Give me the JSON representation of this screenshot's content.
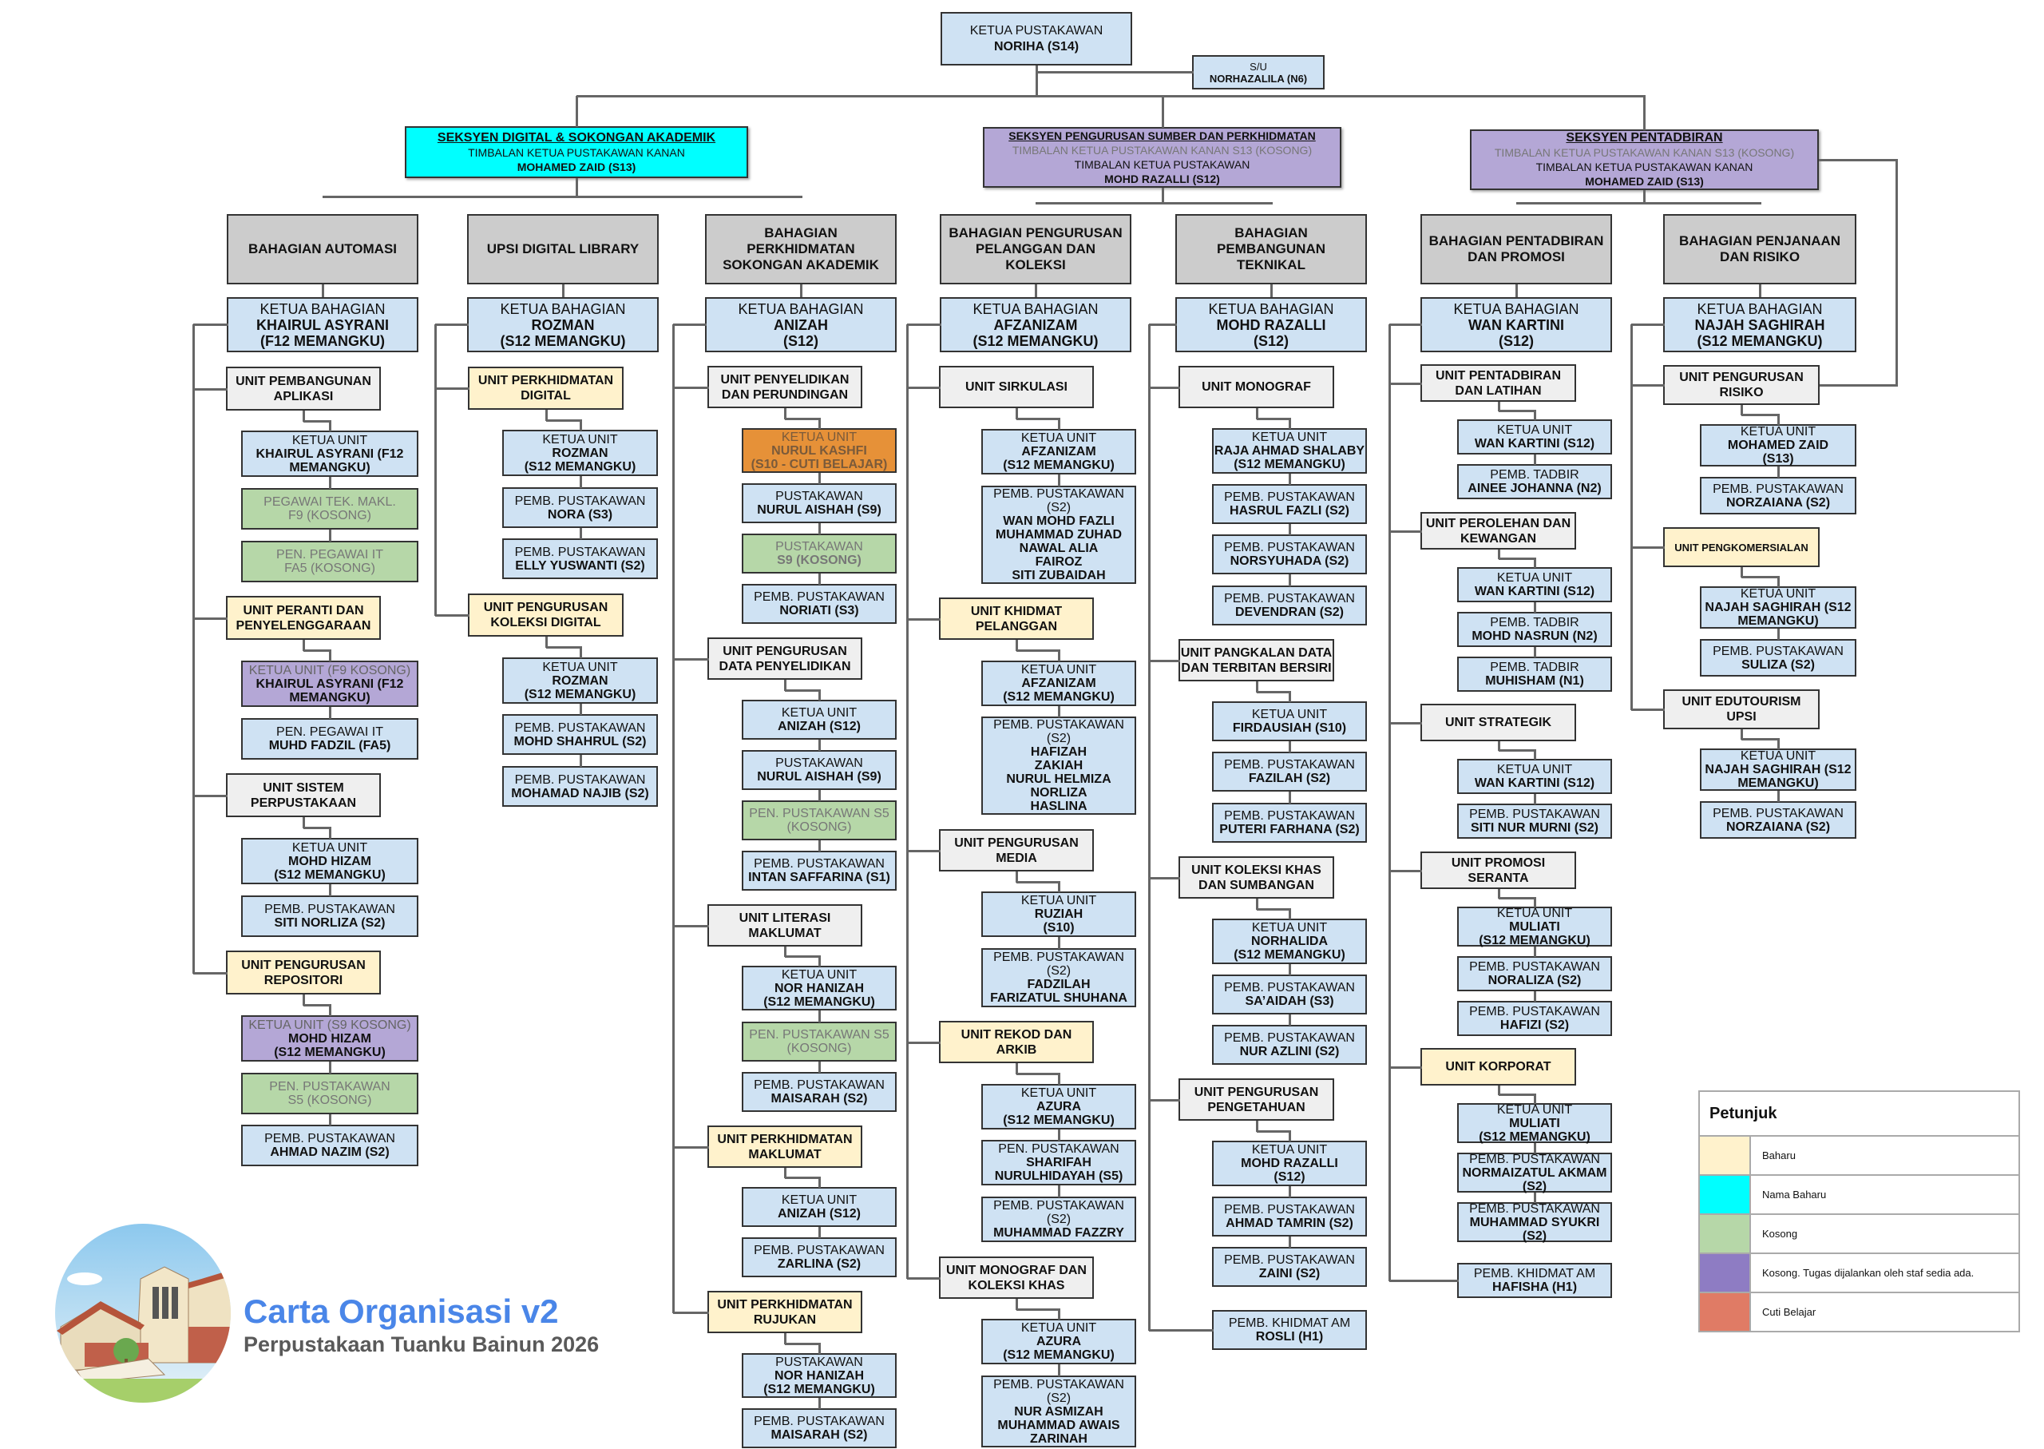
{
  "top": {
    "role": "KETUA PUSTAKAWAN",
    "name": "NORIHA (S14)"
  },
  "secretary": {
    "role": "S/U",
    "name": "NORHAZALILA (N6)"
  },
  "sections": [
    {
      "title": "SEKSYEN DIGITAL & SOKONGAN AKADEMIK",
      "vacant": "",
      "role": "TIMBALAN KETUA PUSTAKAWAN KANAN",
      "head": "MOHAMED ZAID (S13)",
      "color": "#00ffff"
    },
    {
      "title": "SEKSYEN PENGURUSAN SUMBER DAN PERKHIDMATAN",
      "vacant": "TIMBALAN KETUA PUSTAKAWAN KANAN S13 (KOSONG)",
      "role": "TIMBALAN KETUA PUSTAKAWAN",
      "head": "MOHD RAZALLI  (S12)",
      "color": "#b4a7d6"
    },
    {
      "title": "SEKSYEN PENTADBIRAN",
      "vacant": "TIMBALAN KETUA PUSTAKAWAN KANAN S13 (KOSONG)",
      "role": "TIMBALAN KETUA PUSTAKAWAN KANAN",
      "head": "MOHAMED ZAID (S13)",
      "color": "#b4a7d6"
    }
  ],
  "divisions": [
    {
      "title": "BAHAGIAN AUTOMASI",
      "head": {
        "role": "KETUA BAHAGIAN",
        "name": "KHAIRUL ASYRANI\n(F12 MEMANGKU)"
      },
      "units": [
        {
          "label": "UNIT PEMBANGUNAN\nAPLIKASI",
          "status": "",
          "staff": [
            {
              "role": "KETUA UNIT",
              "name": "KHAIRUL ASYRANI (F12\nMEMANGKU)",
              "status": ""
            },
            {
              "role": "PEGAWAI TEK. MAKL.\nF9 (KOSONG)",
              "name": "",
              "status": "kosong"
            },
            {
              "role": "PEN. PEGAWAI IT\nFA5 (KOSONG)",
              "name": "",
              "status": "kosong"
            }
          ]
        },
        {
          "label": "UNIT PERANTI DAN\nPENYELENGGARAAN",
          "status": "baharu",
          "staff": [
            {
              "role": "KETUA UNIT (F9 KOSONG)",
              "name": "KHAIRUL ASYRANI (F12\nMEMANGKU)",
              "status": "kosong-tugas"
            },
            {
              "role": "PEN. PEGAWAI IT",
              "name": "MUHD FADZIL (FA5)",
              "status": ""
            }
          ]
        },
        {
          "label": "UNIT SISTEM\nPERPUSTAKAAN",
          "status": "",
          "staff": [
            {
              "role": "KETUA UNIT",
              "name": "MOHD HIZAM\n(S12 MEMANGKU)",
              "status": ""
            },
            {
              "role": "PEMB. PUSTAKAWAN",
              "name": "SITI NORLIZA (S2)",
              "status": ""
            }
          ]
        },
        {
          "label": "UNIT PENGURUSAN\nREPOSITORI",
          "status": "baharu",
          "staff": [
            {
              "role": "KETUA UNIT (S9 KOSONG)",
              "name": "MOHD HIZAM\n(S12 MEMANGKU)",
              "status": "kosong-tugas"
            },
            {
              "role": "PEN. PUSTAKAWAN\nS5 (KOSONG)",
              "name": "",
              "status": "kosong"
            },
            {
              "role": "PEMB. PUSTAKAWAN",
              "name": "AHMAD NAZIM (S2)",
              "status": ""
            }
          ]
        }
      ],
      "direct": []
    },
    {
      "title": "UPSI DIGITAL LIBRARY",
      "head": {
        "role": "KETUA BAHAGIAN",
        "name": "ROZMAN\n(S12 MEMANGKU)"
      },
      "units": [
        {
          "label": "UNIT PERKHIDMATAN\nDIGITAL",
          "status": "baharu",
          "staff": [
            {
              "role": "KETUA UNIT",
              "name": "ROZMAN\n(S12 MEMANGKU)",
              "status": ""
            },
            {
              "role": "PEMB. PUSTAKAWAN",
              "name": "NORA (S3)",
              "status": ""
            },
            {
              "role": "PEMB. PUSTAKAWAN",
              "name": "ELLY YUSWANTI (S2)",
              "status": ""
            }
          ]
        },
        {
          "label": "UNIT PENGURUSAN\nKOLEKSI DIGITAL",
          "status": "baharu",
          "staff": [
            {
              "role": "KETUA UNIT",
              "name": "ROZMAN\n(S12 MEMANGKU)",
              "status": ""
            },
            {
              "role": "PEMB. PUSTAKAWAN",
              "name": "MOHD SHAHRUL (S2)",
              "status": ""
            },
            {
              "role": "PEMB. PUSTAKAWAN",
              "name": "MOHAMAD NAJIB (S2)",
              "status": ""
            }
          ]
        }
      ],
      "direct": []
    },
    {
      "title": "BAHAGIAN\nPERKHIDMATAN\nSOKONGAN AKADEMIK",
      "head": {
        "role": "KETUA BAHAGIAN",
        "name": "ANIZAH\n(S12)"
      },
      "units": [
        {
          "label": "UNIT PENYELIDIKAN\nDAN PERUNDINGAN",
          "status": "",
          "staff": [
            {
              "role": "KETUA UNIT",
              "name": "NURUL KASHFI\n(S10 - CUTI BELAJAR)",
              "status": "cuti"
            },
            {
              "role": "PUSTAKAWAN",
              "name": "NURUL AISHAH (S9)",
              "status": ""
            },
            {
              "role": "PUSTAKAWAN",
              "name": "S9 (KOSONG)",
              "status": "kosong"
            },
            {
              "role": "PEMB. PUSTAKAWAN",
              "name": "NORIATI (S3)",
              "status": ""
            }
          ]
        },
        {
          "label": "UNIT PENGURUSAN\nDATA PENYELIDIKAN",
          "status": "",
          "staff": [
            {
              "role": "KETUA UNIT",
              "name": "ANIZAH (S12)",
              "status": ""
            },
            {
              "role": "PUSTAKAWAN",
              "name": "NURUL AISHAH (S9)",
              "status": ""
            },
            {
              "role": "PEN. PUSTAKAWAN S5\n(KOSONG)",
              "name": "",
              "status": "kosong"
            },
            {
              "role": "PEMB. PUSTAKAWAN",
              "name": "INTAN SAFFARINA (S1)",
              "status": ""
            }
          ]
        },
        {
          "label": "UNIT LITERASI\nMAKLUMAT",
          "status": "",
          "staff": [
            {
              "role": "KETUA UNIT",
              "name": "NOR HANIZAH\n(S12 MEMANGKU)",
              "status": ""
            },
            {
              "role": "PEN. PUSTAKAWAN S5\n(KOSONG)",
              "name": "",
              "status": "kosong"
            },
            {
              "role": "PEMB. PUSTAKAWAN",
              "name": "MAISARAH (S2)",
              "status": ""
            }
          ]
        },
        {
          "label": "UNIT PERKHIDMATAN\nMAKLUMAT",
          "status": "baharu",
          "staff": [
            {
              "role": "KETUA UNIT",
              "name": "ANIZAH (S12)",
              "status": ""
            },
            {
              "role": "PEMB. PUSTAKAWAN",
              "name": "ZARLINA (S2)",
              "status": ""
            }
          ]
        },
        {
          "label": "UNIT PERKHIDMATAN\nRUJUKAN",
          "status": "baharu",
          "staff": [
            {
              "role": "PUSTAKAWAN",
              "name": "NOR HANIZAH\n(S12 MEMANGKU)",
              "status": ""
            },
            {
              "role": "PEMB. PUSTAKAWAN",
              "name": "MAISARAH (S2)",
              "status": ""
            }
          ]
        }
      ],
      "direct": []
    },
    {
      "title": "BAHAGIAN PENGURUSAN\nPELANGGAN DAN\nKOLEKSI",
      "head": {
        "role": "KETUA BAHAGIAN",
        "name": "AFZANIZAM\n(S12 MEMANGKU)"
      },
      "units": [
        {
          "label": "UNIT SIRKULASI",
          "status": "",
          "staff": [
            {
              "role": "KETUA UNIT",
              "name": "AFZANIZAM\n(S12 MEMANGKU)",
              "status": ""
            },
            {
              "role": "PEMB. PUSTAKAWAN\n(S2)",
              "name": "WAN MOHD FAZLI\nMUHAMMAD ZUHAD\nNAWAL ALIA\nFAIROZ\nSITI ZUBAIDAH",
              "status": ""
            }
          ]
        },
        {
          "label": "UNIT KHIDMAT\nPELANGGAN",
          "status": "baharu",
          "staff": [
            {
              "role": "KETUA UNIT",
              "name": "AFZANIZAM\n(S12 MEMANGKU)",
              "status": ""
            },
            {
              "role": "PEMB. PUSTAKAWAN\n(S2)",
              "name": "HAFIZAH\nZAKIAH\nNURUL HELMIZA\nNORLIZA\nHASLINA",
              "status": ""
            }
          ]
        },
        {
          "label": "UNIT PENGURUSAN\nMEDIA",
          "status": "",
          "staff": [
            {
              "role": "KETUA UNIT",
              "name": "RUZIAH\n(S10)",
              "status": ""
            },
            {
              "role": "PEMB. PUSTAKAWAN\n(S2)",
              "name": "FADZILAH\nFARIZATUL SHUHANA",
              "status": ""
            }
          ]
        },
        {
          "label": "UNIT REKOD DAN\nARKIB",
          "status": "baharu",
          "staff": [
            {
              "role": "KETUA UNIT",
              "name": "AZURA\n(S12 MEMANGKU)",
              "status": ""
            },
            {
              "role": "PEN. PUSTAKAWAN",
              "name": "SHARIFAH\nNURULHIDAYAH (S5)",
              "status": ""
            },
            {
              "role": "PEMB. PUSTAKAWAN\n(S2)",
              "name": "MUHAMMAD FAZZRY",
              "status": ""
            }
          ]
        },
        {
          "label": "UNIT MONOGRAF DAN\nKOLEKSI KHAS",
          "status": "",
          "staff": [
            {
              "role": "KETUA UNIT",
              "name": "AZURA\n(S12 MEMANGKU)",
              "status": ""
            },
            {
              "role": "PEMB. PUSTAKAWAN\n(S2)",
              "name": "NUR ASMIZAH\nMUHAMMAD AWAIS\nZARINAH",
              "status": ""
            }
          ]
        }
      ],
      "direct": []
    },
    {
      "title": "BAHAGIAN\nPEMBANGUNAN\nTEKNIKAL",
      "head": {
        "role": "KETUA BAHAGIAN",
        "name": "MOHD RAZALLI\n(S12)"
      },
      "units": [
        {
          "label": "UNIT MONOGRAF",
          "status": "",
          "staff": [
            {
              "role": "KETUA UNIT",
              "name": "RAJA AHMAD SHALABY\n(S12 MEMANGKU)",
              "status": ""
            },
            {
              "role": "PEMB. PUSTAKAWAN",
              "name": "HASRUL FAZLI (S2)",
              "status": ""
            },
            {
              "role": "PEMB. PUSTAKAWAN",
              "name": "NORSYUHADA (S2)",
              "status": ""
            },
            {
              "role": "PEMB. PUSTAKAWAN",
              "name": "DEVENDRAN (S2)",
              "status": ""
            }
          ]
        },
        {
          "label": "UNIT  PANGKALAN DATA\nDAN TERBITAN BERSIRI",
          "status": "",
          "staff": [
            {
              "role": "KETUA UNIT",
              "name": "FIRDAUSIAH (S10)",
              "status": ""
            },
            {
              "role": "PEMB. PUSTAKAWAN",
              "name": "FAZILAH (S2)",
              "status": ""
            },
            {
              "role": "PEMB. PUSTAKAWAN",
              "name": "PUTERI FARHANA (S2)",
              "status": ""
            }
          ]
        },
        {
          "label": "UNIT KOLEKSI KHAS\nDAN SUMBANGAN",
          "status": "",
          "staff": [
            {
              "role": "KETUA UNIT",
              "name": "NORHALIDA\n(S12 MEMANGKU)",
              "status": ""
            },
            {
              "role": "PEMB. PUSTAKAWAN",
              "name": "SA’AIDAH  (S3)",
              "status": ""
            },
            {
              "role": "PEMB. PUSTAKAWAN",
              "name": "NUR AZLINI (S2)",
              "status": ""
            }
          ]
        },
        {
          "label": "UNIT PENGURUSAN\nPENGETAHUAN",
          "status": "",
          "staff": [
            {
              "role": "KETUA UNIT",
              "name": "MOHD RAZALLI\n(S12)",
              "status": ""
            },
            {
              "role": "PEMB. PUSTAKAWAN",
              "name": "AHMAD TAMRIN  (S2)",
              "status": ""
            },
            {
              "role": "PEMB. PUSTAKAWAN",
              "name": "ZAINI (S2)",
              "status": ""
            }
          ]
        }
      ],
      "direct": [
        {
          "role": "PEMB. KHIDMAT AM",
          "name": "ROSLI  (H1)",
          "status": ""
        }
      ]
    },
    {
      "title": "BAHAGIAN PENTADBIRAN\nDAN PROMOSI",
      "head": {
        "role": "KETUA BAHAGIAN",
        "name": "WAN KARTINI\n(S12)"
      },
      "units": [
        {
          "label": "UNIT PENTADBIRAN\nDAN LATIHAN",
          "status": "",
          "staff": [
            {
              "role": "KETUA UNIT",
              "name": "WAN KARTINI (S12)",
              "status": ""
            },
            {
              "role": "PEMB. TADBIR",
              "name": "AINEE JOHANNA (N2)",
              "status": ""
            }
          ]
        },
        {
          "label": "UNIT PEROLEHAN DAN\nKEWANGAN",
          "status": "",
          "staff": [
            {
              "role": "KETUA UNIT",
              "name": "WAN KARTINI (S12)",
              "status": ""
            },
            {
              "role": "PEMB. TADBIR",
              "name": "MOHD NASRUN (N2)",
              "status": ""
            },
            {
              "role": "PEMB. TADBIR",
              "name": "MUHISHAM (N1)",
              "status": ""
            }
          ]
        },
        {
          "label": "UNIT STRATEGIK",
          "status": "",
          "staff": [
            {
              "role": "KETUA UNIT",
              "name": "WAN KARTINI (S12)",
              "status": ""
            },
            {
              "role": "PEMB. PUSTAKAWAN",
              "name": "SITI NUR MURNI (S2)",
              "status": ""
            }
          ]
        },
        {
          "label": "UNIT PROMOSI\nSERANTA",
          "status": "",
          "staff": [
            {
              "role": "KETUA UNIT",
              "name": "MULIATI\n(S12 MEMANGKU)",
              "status": ""
            },
            {
              "role": "PEMB. PUSTAKAWAN",
              "name": "NORALIZA (S2)",
              "status": ""
            },
            {
              "role": "PEMB. PUSTAKAWAN",
              "name": "HAFIZI (S2)",
              "status": ""
            }
          ]
        },
        {
          "label": "UNIT KORPORAT",
          "status": "baharu",
          "staff": [
            {
              "role": "KETUA UNIT",
              "name": "MULIATI\n(S12 MEMANGKU)",
              "status": ""
            },
            {
              "role": "PEMB. PUSTAKAWAN",
              "name": "NORMAIZATUL AKMAM\n(S2)",
              "status": ""
            },
            {
              "role": "PEMB. PUSTAKAWAN",
              "name": "MUHAMMAD SYUKRI\n(S2)",
              "status": ""
            }
          ]
        }
      ],
      "direct": [
        {
          "role": "PEMB. KHIDMAT AM",
          "name": "HAFISHA (H1)",
          "status": ""
        }
      ]
    },
    {
      "title": "BAHAGIAN PENJANAAN\nDAN RISIKO",
      "head": {
        "role": "KETUA BAHAGIAN",
        "name": "NAJAH SAGHIRAH\n(S12 MEMANGKU)"
      },
      "units": [
        {
          "label": "UNIT PENGURUSAN\nRISIKO",
          "status": "",
          "staff": [
            {
              "role": "KETUA UNIT",
              "name": "MOHAMED ZAID\n(S13)",
              "status": ""
            },
            {
              "role": "PEMB. PUSTAKAWAN",
              "name": "NORZAIANA (S2)",
              "status": ""
            }
          ]
        },
        {
          "label": "UNIT PENGKOMERSIALAN",
          "status": "baharu",
          "staff": [
            {
              "role": "KETUA UNIT",
              "name": "NAJAH SAGHIRAH (S12\nMEMANGKU)",
              "status": ""
            },
            {
              "role": "PEMB. PUSTAKAWAN",
              "name": "SULIZA (S2)",
              "status": ""
            }
          ]
        },
        {
          "label": "UNIT EDUTOURISM\nUPSI",
          "status": "",
          "staff": [
            {
              "role": "KETUA UNIT",
              "name": "NAJAH SAGHIRAH (S12\nMEMANGKU)",
              "status": ""
            },
            {
              "role": "PEMB. PUSTAKAWAN",
              "name": "NORZAIANA (S2)",
              "status": ""
            }
          ]
        }
      ],
      "direct": []
    }
  ],
  "legend": {
    "title": "Petunjuk",
    "items": [
      {
        "label": "Baharu",
        "color": "#fff2cc"
      },
      {
        "label": "Nama Baharu",
        "color": "#00ffff"
      },
      {
        "label": "Kosong",
        "color": "#b6d7a8"
      },
      {
        "label": "Kosong. Tugas dijalankan oleh staf sedia  ada.",
        "color": "#8e7cc3"
      },
      {
        "label": "Cuti Belajar",
        "color": "#e07b65"
      }
    ]
  },
  "branding": {
    "title": "Carta Organisasi v2",
    "subtitle": "Perpustakaan Tuanku Bainun 2026"
  }
}
